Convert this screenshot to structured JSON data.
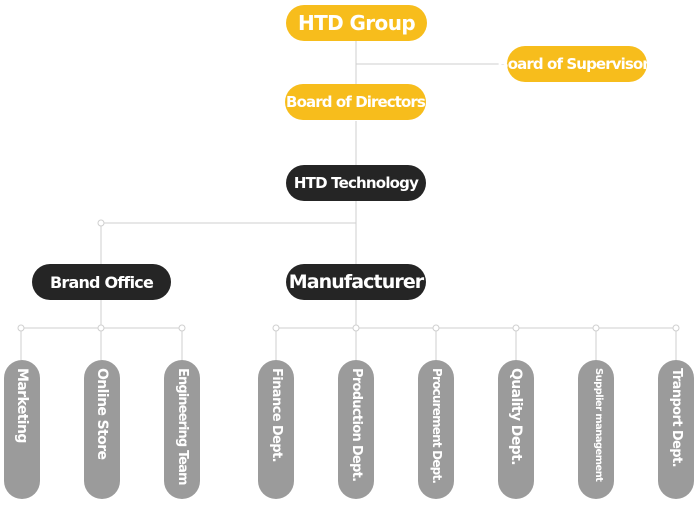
{
  "root": {
    "label": "HTD Group"
  },
  "supervisors": {
    "label": "Board of Supervisors"
  },
  "directors": {
    "label": "Board of Directors"
  },
  "technology": {
    "label": "HTD Technology"
  },
  "brand_office": {
    "label": "Brand Office",
    "departments": [
      {
        "label": "Marketing"
      },
      {
        "label": "Online Store"
      },
      {
        "label": "Engineering Team"
      }
    ]
  },
  "manufacturer": {
    "label": "Manufacturer",
    "departments": [
      {
        "label": "Finance Dept."
      },
      {
        "label": "Production Dept."
      },
      {
        "label": "Procurement Dept."
      },
      {
        "label": "Quality Dept."
      },
      {
        "label": "Supplier management"
      },
      {
        "label": "Tranport Dept."
      }
    ]
  },
  "colors": {
    "top_nodes": "#f7bd1c",
    "dark_nodes": "#252525",
    "departments": "#9b9b9b",
    "connectors": "#cfcfcf"
  }
}
